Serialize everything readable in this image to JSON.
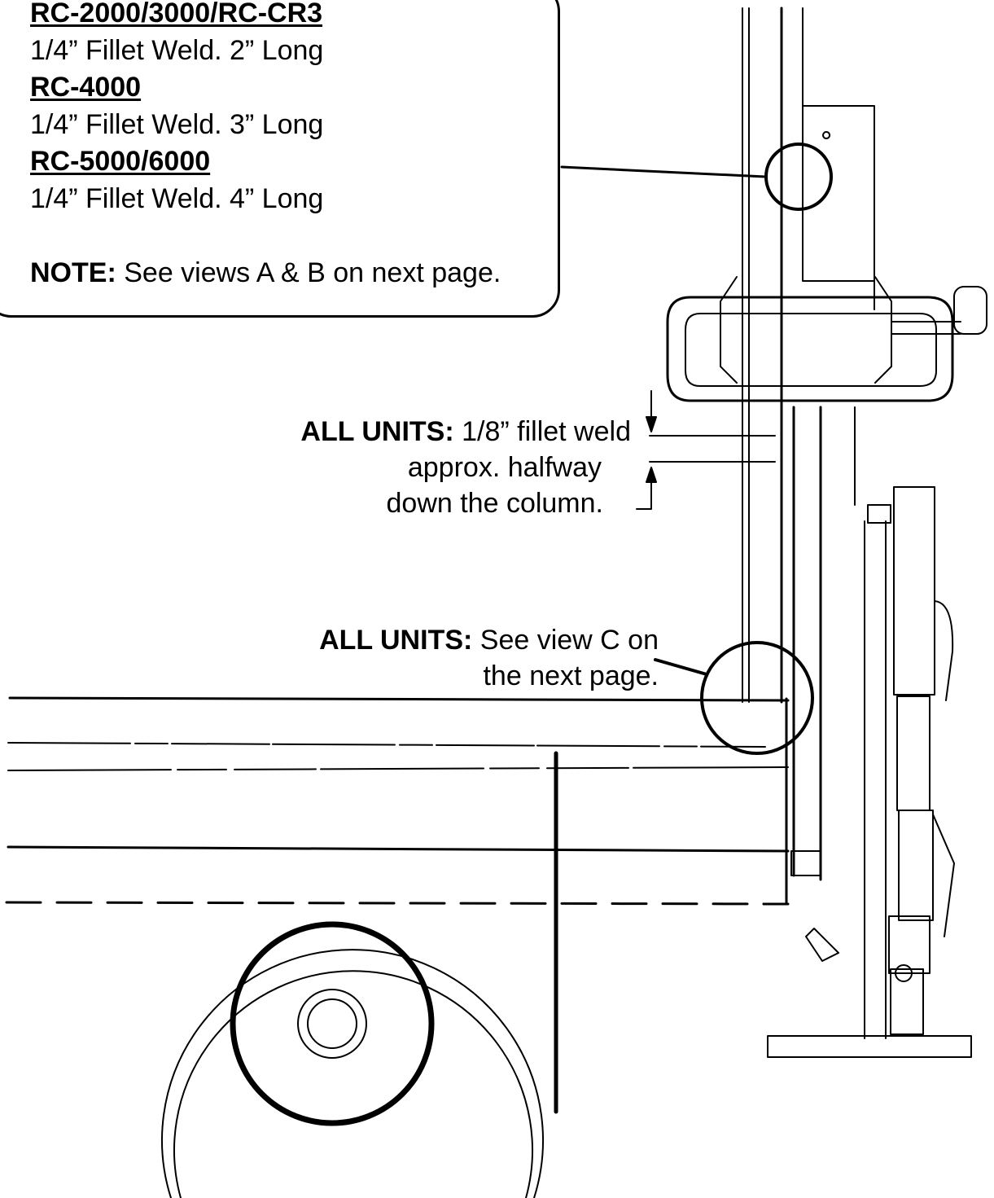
{
  "weld_specs": [
    {
      "model": "RC-2000/3000/RC-CR3",
      "spec": "1/4” Fillet Weld. 2” Long"
    },
    {
      "model": "RC-4000",
      "spec": "1/4” Fillet Weld. 3” Long"
    },
    {
      "model": "RC-5000/6000",
      "spec": "1/4” Fillet Weld. 4” Long"
    }
  ],
  "note": {
    "label": "NOTE:",
    "text": " See views A & B on next page."
  },
  "halfway_weld": {
    "label": "ALL UNITS:",
    "line1": " 1/8” fillet weld",
    "line2": "approx. halfway",
    "line3": "down the column."
  },
  "view_c": {
    "label": "ALL UNITS:",
    "line1": " See view C on",
    "line2": "the next page."
  }
}
